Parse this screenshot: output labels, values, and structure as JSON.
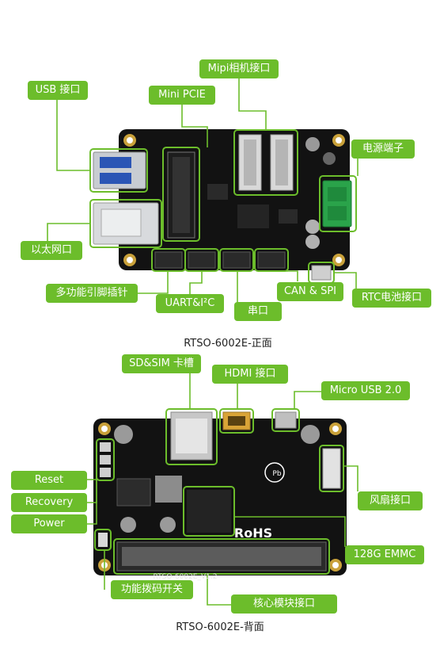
{
  "front": {
    "caption": "RTSO-6002E-正面",
    "labels": {
      "usb": "USB 接口",
      "mini_pcie": "Mini PCIE",
      "mipi": "Mipi相机接口",
      "power_terminal": "电源端子",
      "ethernet": "以太网口",
      "multi_pin": "多功能引脚插针",
      "uart_i2c": "UART&I²C",
      "serial": "串口",
      "can_spi": "CAN & SPI",
      "rtc_battery": "RTC电池接口"
    }
  },
  "back": {
    "caption": "RTSO-6002E-背面",
    "board_marking": "RTSO-6002E_V1.2",
    "rohs_mark": "RoHS",
    "pb_mark": "Pb",
    "labels": {
      "sd_sim": "SD&SIM 卡槽",
      "hdmi": "HDMI 接口",
      "micro_usb": "Micro USB 2.0",
      "reset": "Reset",
      "recovery": "Recovery",
      "power": "Power",
      "fan": "风扇接口",
      "emmc": "128G EMMC",
      "dip_switch": "功能拨码开关",
      "core_module": "核心模块接口"
    }
  },
  "colors": {
    "accent": "#6cbd2b",
    "board": "#121212"
  }
}
